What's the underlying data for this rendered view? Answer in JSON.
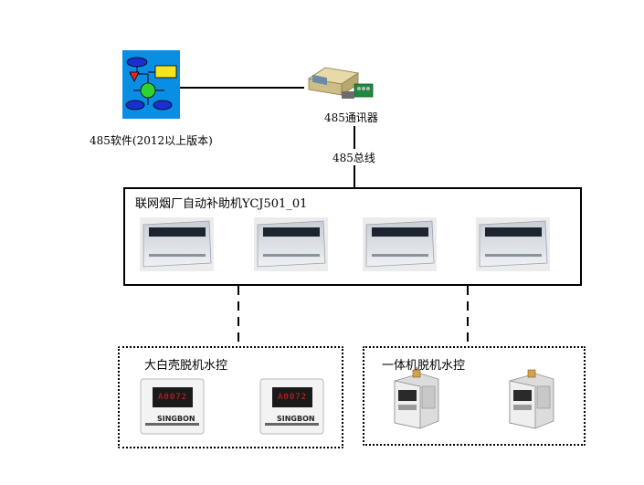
{
  "software": {
    "label": "485软件(2012以上版本)",
    "icon": "flowchart-icon"
  },
  "converter": {
    "label": "485通讯器",
    "icon": "rs485-converter-icon"
  },
  "bus": {
    "label": "485总线"
  },
  "main_group": {
    "title": "联网烟厂自动补助机YCJ501_01",
    "device_count": 4,
    "device_icon": "subsidy-machine-icon"
  },
  "group_a": {
    "title": "大白壳脱机水控",
    "device_icon": "singbon-water-controller-icon",
    "devices": [
      {
        "brand": "SINGBON",
        "display": "A0072"
      },
      {
        "brand": "SINGBON",
        "display": "A0072"
      }
    ]
  },
  "group_b": {
    "title": "一体机脱机水控",
    "device_icon": "integrated-water-controller-icon",
    "device_count": 2
  },
  "colors": {
    "software_icon_bg": "#0a8ee3",
    "led_red": "#e0201a"
  }
}
